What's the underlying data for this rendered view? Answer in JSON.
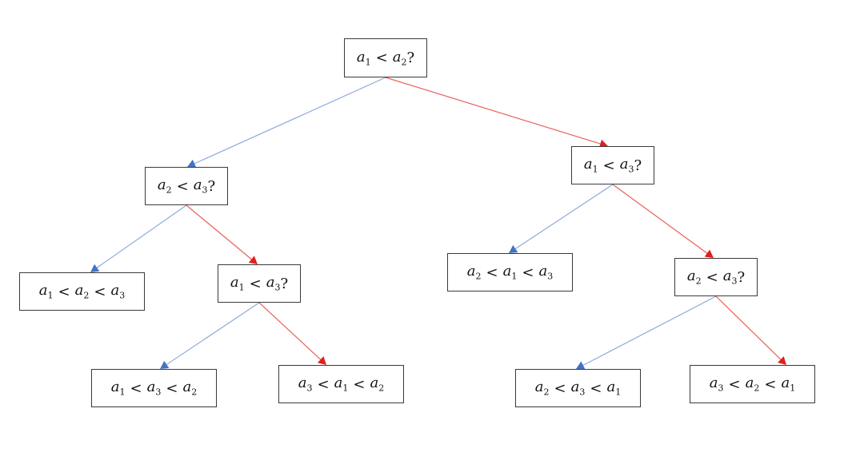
{
  "colors": {
    "yes_edge": "#8eaadb",
    "yes_arrow": "#4472c4",
    "no_edge": "#e8605a",
    "no_arrow": "#e0201a",
    "node_border": "#3a3a3a"
  },
  "nodes": [
    {
      "id": "root",
      "kind": "question",
      "terms": [
        {
          "v": "a",
          "s": "1"
        },
        {
          "v": "a",
          "s": "2"
        }
      ]
    },
    {
      "id": "l",
      "kind": "question",
      "terms": [
        {
          "v": "a",
          "s": "2"
        },
        {
          "v": "a",
          "s": "3"
        }
      ]
    },
    {
      "id": "r",
      "kind": "question",
      "terms": [
        {
          "v": "a",
          "s": "1"
        },
        {
          "v": "a",
          "s": "3"
        }
      ]
    },
    {
      "id": "ll",
      "kind": "result",
      "terms": [
        {
          "v": "a",
          "s": "1"
        },
        {
          "v": "a",
          "s": "2"
        },
        {
          "v": "a",
          "s": "3"
        }
      ]
    },
    {
      "id": "lr",
      "kind": "question",
      "terms": [
        {
          "v": "a",
          "s": "1"
        },
        {
          "v": "a",
          "s": "3"
        }
      ]
    },
    {
      "id": "rl",
      "kind": "result",
      "terms": [
        {
          "v": "a",
          "s": "2"
        },
        {
          "v": "a",
          "s": "1"
        },
        {
          "v": "a",
          "s": "3"
        }
      ]
    },
    {
      "id": "rr",
      "kind": "question",
      "terms": [
        {
          "v": "a",
          "s": "2"
        },
        {
          "v": "a",
          "s": "3"
        }
      ]
    },
    {
      "id": "lrl",
      "kind": "result",
      "terms": [
        {
          "v": "a",
          "s": "1"
        },
        {
          "v": "a",
          "s": "3"
        },
        {
          "v": "a",
          "s": "2"
        }
      ]
    },
    {
      "id": "lrr",
      "kind": "result",
      "terms": [
        {
          "v": "a",
          "s": "3"
        },
        {
          "v": "a",
          "s": "1"
        },
        {
          "v": "a",
          "s": "2"
        }
      ]
    },
    {
      "id": "rrl",
      "kind": "result",
      "terms": [
        {
          "v": "a",
          "s": "2"
        },
        {
          "v": "a",
          "s": "3"
        },
        {
          "v": "a",
          "s": "1"
        }
      ]
    },
    {
      "id": "rrr",
      "kind": "result",
      "terms": [
        {
          "v": "a",
          "s": "3"
        },
        {
          "v": "a",
          "s": "2"
        },
        {
          "v": "a",
          "s": "1"
        }
      ]
    }
  ],
  "edges": [
    {
      "from": "root",
      "to": "l",
      "branch": "yes"
    },
    {
      "from": "root",
      "to": "r",
      "branch": "no"
    },
    {
      "from": "l",
      "to": "ll",
      "branch": "yes"
    },
    {
      "from": "l",
      "to": "lr",
      "branch": "no"
    },
    {
      "from": "lr",
      "to": "lrl",
      "branch": "yes"
    },
    {
      "from": "lr",
      "to": "lrr",
      "branch": "no"
    },
    {
      "from": "r",
      "to": "rl",
      "branch": "yes"
    },
    {
      "from": "r",
      "to": "rr",
      "branch": "no"
    },
    {
      "from": "rr",
      "to": "rrl",
      "branch": "yes"
    },
    {
      "from": "rr",
      "to": "rrr",
      "branch": "no"
    }
  ],
  "symbols": {
    "less_than": "<",
    "question": "?"
  }
}
